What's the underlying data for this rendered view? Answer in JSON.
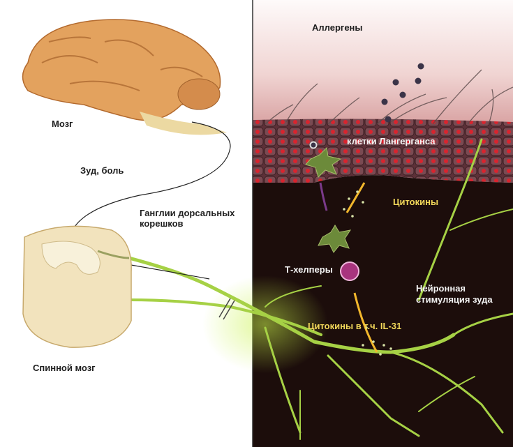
{
  "labels": {
    "allergens": "Аллергены",
    "brain": "Мозг",
    "itch_pain": "Зуд, боль",
    "ganglia_line1": "Ганглии дорсальных",
    "ganglia_line2": "корешков",
    "langerhans": "клетки Лангерганса",
    "cytokines": "Цитокины",
    "t_helpers": "Т-хелперы",
    "neuronal_line1": "Нейронная",
    "neuronal_line2": "стимуляция зуда",
    "cytokines_il31": "Цитокины в т.ч. IL-31",
    "spinal_cord": "Спинной мозг"
  },
  "colors": {
    "skin_top": "#fdf6f5",
    "skin_pink": "#e4b6b4",
    "epidermis": "#6e3a40",
    "dermis": "#1a0c0a",
    "brain": "#e3a25e",
    "cord": "#f2e3bd",
    "nerve": "#a6d145",
    "cytokine": "#f2b72c"
  }
}
